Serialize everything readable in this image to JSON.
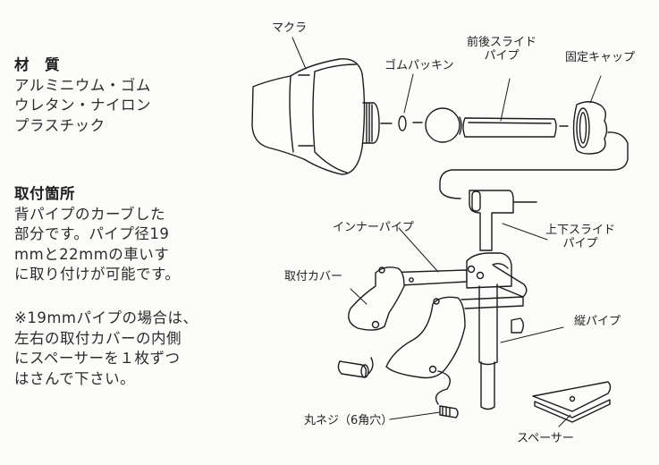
{
  "materials": {
    "heading": "材　質",
    "lines": [
      "アルミニウム・ゴム",
      "ウレタン・ナイロン",
      "プラスチック"
    ]
  },
  "mounting": {
    "heading": "取付箇所",
    "lines": [
      "背パイプのカーブした",
      "部分です。パイプ径19",
      "mmと22mmの車いす",
      "に取り付けが可能です。"
    ]
  },
  "note": {
    "lines": [
      "※19mmパイプの場合は、",
      "左右の取付カバーの内側",
      "にスペーサーを１枚ずつ",
      "はさんで下さい。"
    ]
  },
  "labels": {
    "pillow": "マクラ",
    "rubber_packing": "ゴムパッキン",
    "front_back_slide_pipe": [
      "前後スライド",
      "パイプ"
    ],
    "fixing_cap": "固定キャップ",
    "inner_pipe": "インナーパイプ",
    "up_down_slide_pipe": [
      "上下スライド",
      "パイプ"
    ],
    "mounting_cover": "取付カバー",
    "vertical_pipe": "縦パイプ",
    "round_screw": "丸ネジ（6角穴）",
    "spacer": "スペーサー"
  }
}
